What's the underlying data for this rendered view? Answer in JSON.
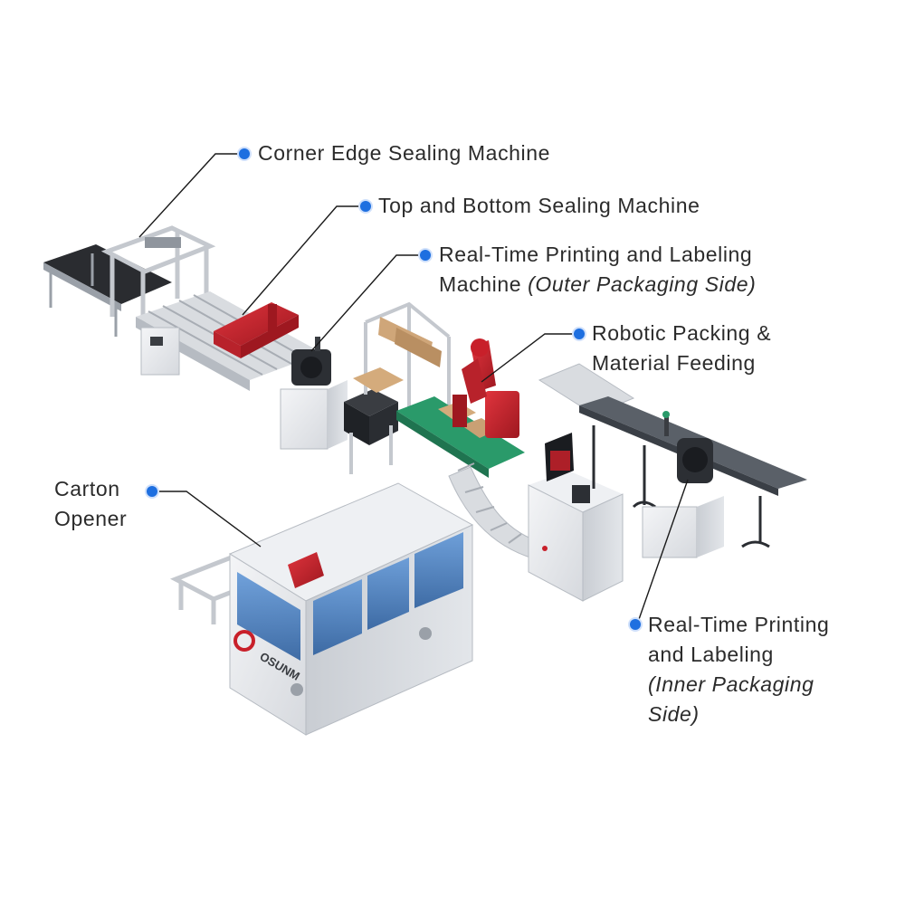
{
  "colors": {
    "accent_dot": "#1e6fe0",
    "machine_body": "#e9ebee",
    "robot_red": "#c8202a",
    "glass_blue": "#3b78c4",
    "conveyor_green": "#2a9a6a"
  },
  "labels": {
    "corner_edge": {
      "line1": "Corner Edge Sealing Machine"
    },
    "top_bottom": {
      "line1": "Top and Bottom Sealing Machine"
    },
    "outer_print": {
      "line1": "Real-Time Printing and Labeling",
      "line2_plain": "Machine ",
      "line2_italic": "(Outer Packaging Side)"
    },
    "robotic": {
      "line1": "Robotic Packing &",
      "line2": "Material Feeding"
    },
    "carton": {
      "line1": "Carton",
      "line2": "Opener"
    },
    "inner_print": {
      "line1": "Real-Time Printing",
      "line2": "and Labeling",
      "line3": "(Inner Packaging",
      "line4": "Side)"
    }
  },
  "brand": {
    "logo_text": "OSUNM"
  }
}
